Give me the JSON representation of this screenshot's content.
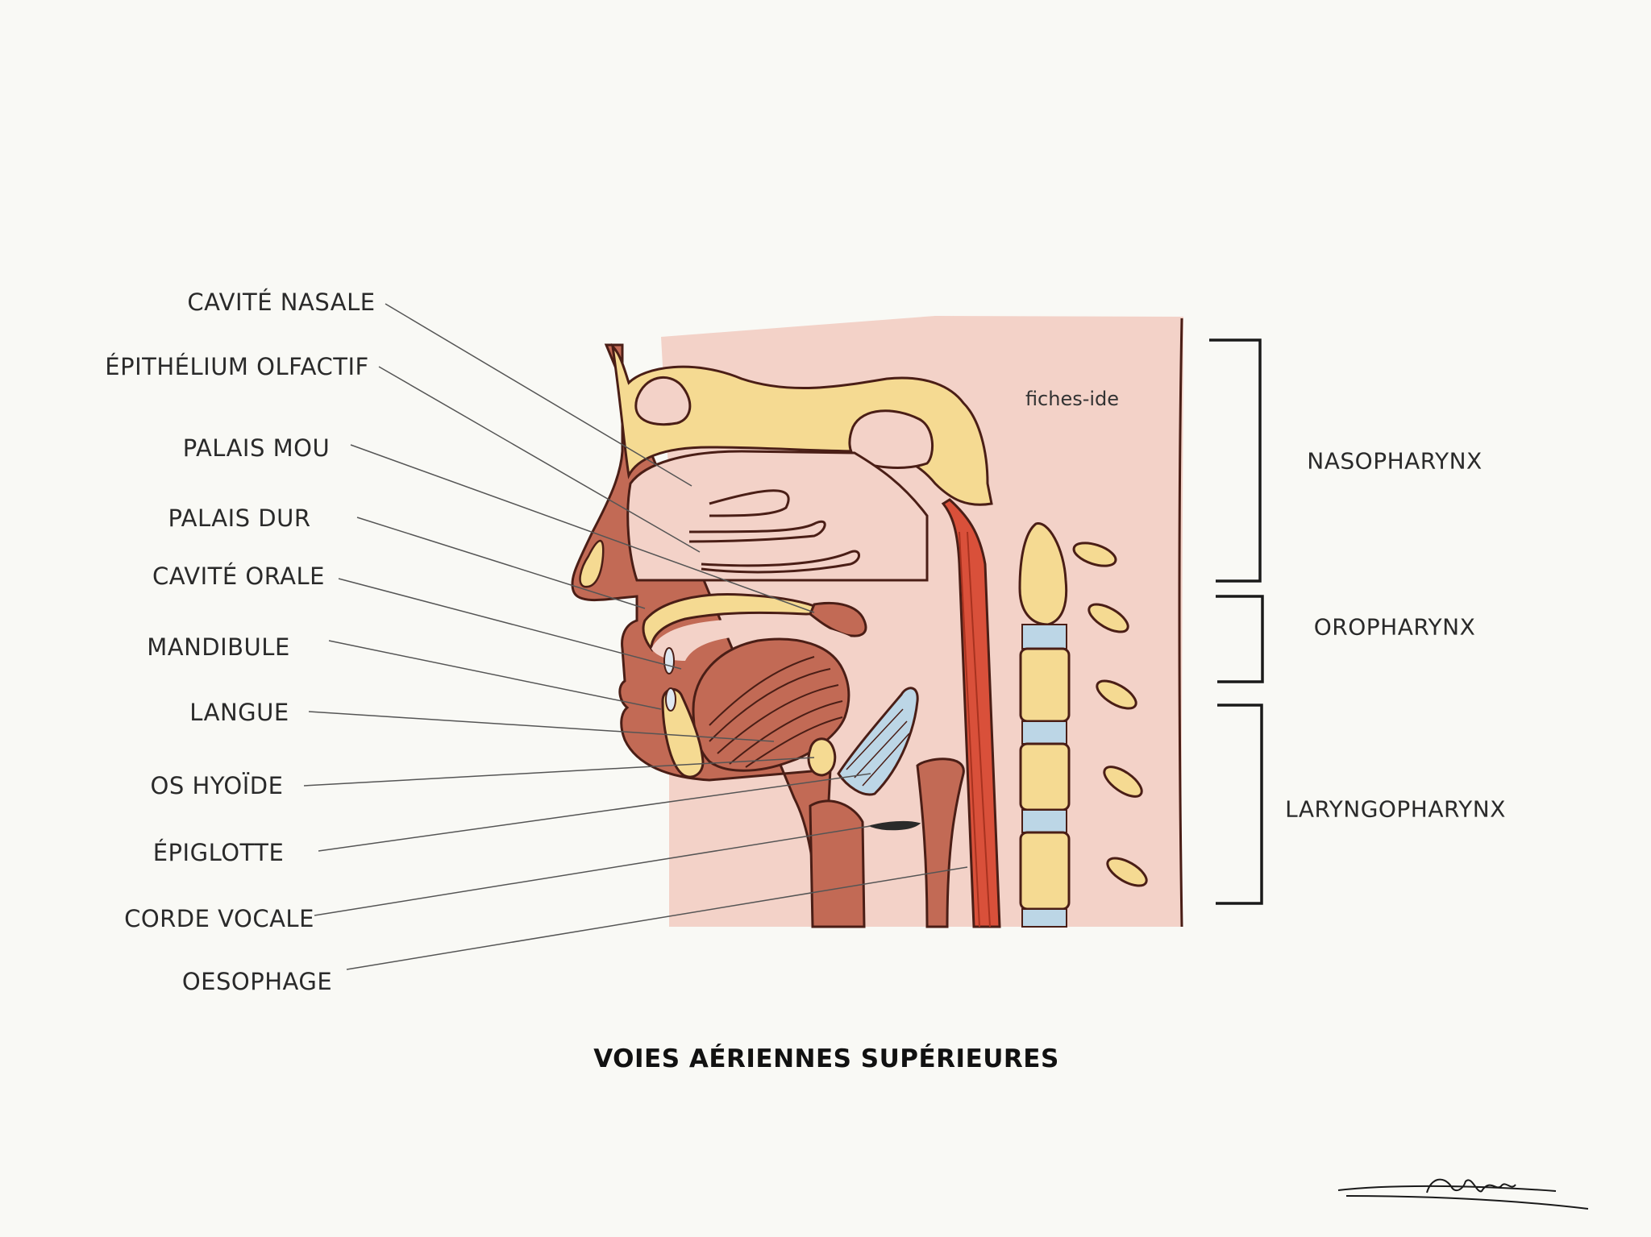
{
  "title": "VOIES AÉRIENNES SUPÉRIEURES",
  "watermark": "fiches-ide",
  "signature": "Léana",
  "labels": {
    "cavite_nasale": "CAVITÉ NASALE",
    "epithelium_olfactif": "ÉPITHÉLIUM OLFACTIF",
    "palais_mou": "PALAIS MOU",
    "palais_dur": "PALAIS DUR",
    "cavite_orale": "CAVITÉ ORALE",
    "mandibule": "MANDIBULE",
    "langue": "LANGUE",
    "os_hyoide": "OS HYOÏDE",
    "epiglotte": "ÉPIGLOTTE",
    "corde_vocale": "CORDE VOCALE",
    "oesophage": "OESOPHAGE"
  },
  "regions": {
    "nasopharynx": "NASOPHARYNX",
    "oropharynx": "OROPHARYNX",
    "laryngopharynx": "LARYNGOPHARYNX"
  },
  "colors": {
    "background": "#f9f9f5",
    "skin": "#f3d2c8",
    "muscle": "#c26a55",
    "bone": "#f5da92",
    "cartilage": "#bcd6e6",
    "outline": "#4a1e16"
  }
}
